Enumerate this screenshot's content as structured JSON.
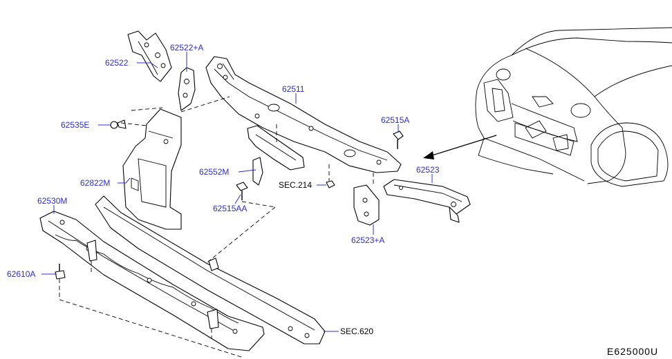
{
  "labels": {
    "p62522": "62522",
    "p62522a": "62522+A",
    "p62511": "62511",
    "p62535e": "62535E",
    "p62515a": "62515A",
    "p62552m": "62552M",
    "sec214": "SEC.214",
    "p62523": "62523",
    "p62822m": "62822M",
    "p62515aa": "62515AA",
    "p62530m": "62530M",
    "p62523a": "62523+A",
    "p62610a": "62610A",
    "sec620": "SEC.620"
  },
  "diagram_code": "E625000U",
  "colors": {
    "label": "#2b2bd6",
    "line": "#000000",
    "background": "#ffffff"
  }
}
